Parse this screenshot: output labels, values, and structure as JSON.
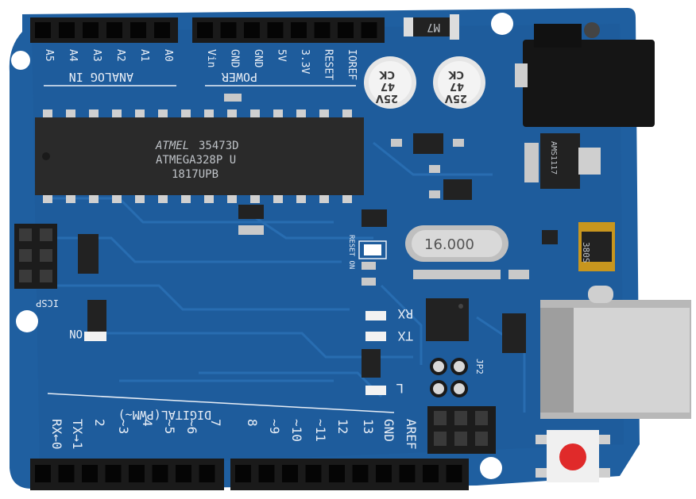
{
  "board": {
    "analog_header_labels": [
      "A5",
      "A4",
      "A3",
      "A2",
      "A1",
      "A0"
    ],
    "analog_title": "ANALOG IN",
    "power_header_labels": [
      "Vin",
      "GND",
      "GND",
      "5V",
      "3.3V",
      "RESET",
      "IOREF"
    ],
    "power_title": "POWER",
    "regulator_marking": "M7",
    "capacitors": [
      {
        "line1": "CK",
        "line2": "47",
        "line3": "25V"
      },
      {
        "line1": "CK",
        "line2": "47",
        "line3": "25V"
      }
    ],
    "mcu": {
      "logo": "ATMEL",
      "lot": "35473D",
      "part": "ATMEGA328P U",
      "date": "1817UPB"
    },
    "crystal_label": "16.000",
    "icsp_label": "ICSP",
    "on_label": "ON",
    "rx_label": "RX",
    "tx_label": "TX",
    "l_label": "L",
    "jp2_label": "JP2",
    "reset_on_label": "RESET ON",
    "fuse_marking": "380S",
    "regulator2_marking": "AMS1117",
    "digital_title": "DIGITAL(PWM~)",
    "digital_pins": [
      "RX←0",
      "TX→1",
      "2",
      "~3",
      "4",
      "~5",
      "~6",
      "7",
      "8",
      "~9",
      "~10",
      "~11",
      "12",
      "13",
      "GND",
      "AREF"
    ]
  }
}
